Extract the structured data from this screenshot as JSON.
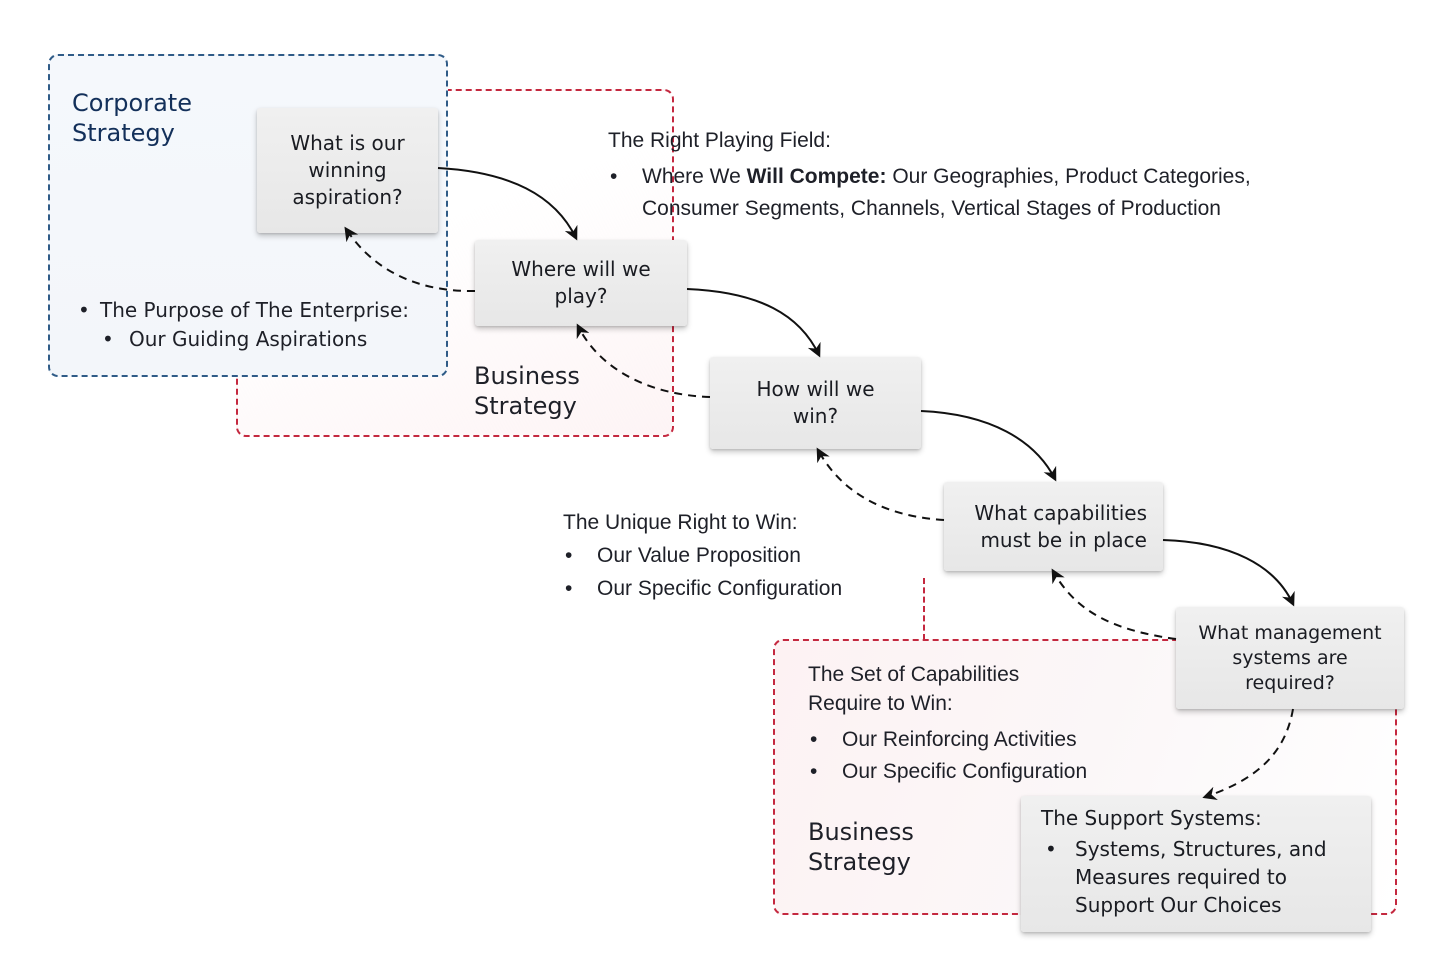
{
  "regions": {
    "corporate": {
      "title_line1": "Corporate",
      "title_line2": "Strategy",
      "bullet": "The Purpose of The Enterprise:",
      "sub_bullet": "Our Guiding Aspirations",
      "border_color": "#2f5b87"
    },
    "business_top": {
      "title_line1": "Business",
      "title_line2": "Strategy",
      "border_color": "#c4283f"
    },
    "business_bottom": {
      "title_line1": "Business",
      "title_line2": "Strategy",
      "heading_line1": "The Set of Capabilities",
      "heading_line2": "Require to Win:",
      "items": [
        "Our Reinforcing Activities",
        "Our Specific Configuration"
      ],
      "border_color": "#c4283f"
    }
  },
  "boxes": {
    "aspiration": {
      "line1": "What is our",
      "line2": "winning",
      "line3": "aspiration?"
    },
    "where_play": {
      "line1": "Where will we",
      "line2": "play?"
    },
    "how_win": {
      "line1": "How will we",
      "line2": "win?"
    },
    "capabilities": {
      "line1": "What capabilities",
      "line2": "must be in place"
    },
    "management": {
      "line1": "What management",
      "line2": "systems are",
      "line3": "required?"
    },
    "support": {
      "heading": "The Support Systems:",
      "bullet_line1": "Systems, Structures, and",
      "bullet_line2": "Measures required to",
      "bullet_line3": "Support Our Choices"
    }
  },
  "annotations": {
    "playing_field": {
      "heading": "The Right Playing Field:",
      "bullet_prefix": "Where We ",
      "bullet_bold": "Will Compete",
      "bullet_colon": ":",
      "bullet_rest": " Our Geographies, Product Categories,",
      "bullet_line2": "Consumer Segments, Channels, Vertical Stages of Production"
    },
    "right_to_win": {
      "heading": "The Unique Right to Win:",
      "items": [
        "Our Value Proposition",
        "Our Specific Configuration"
      ]
    }
  }
}
